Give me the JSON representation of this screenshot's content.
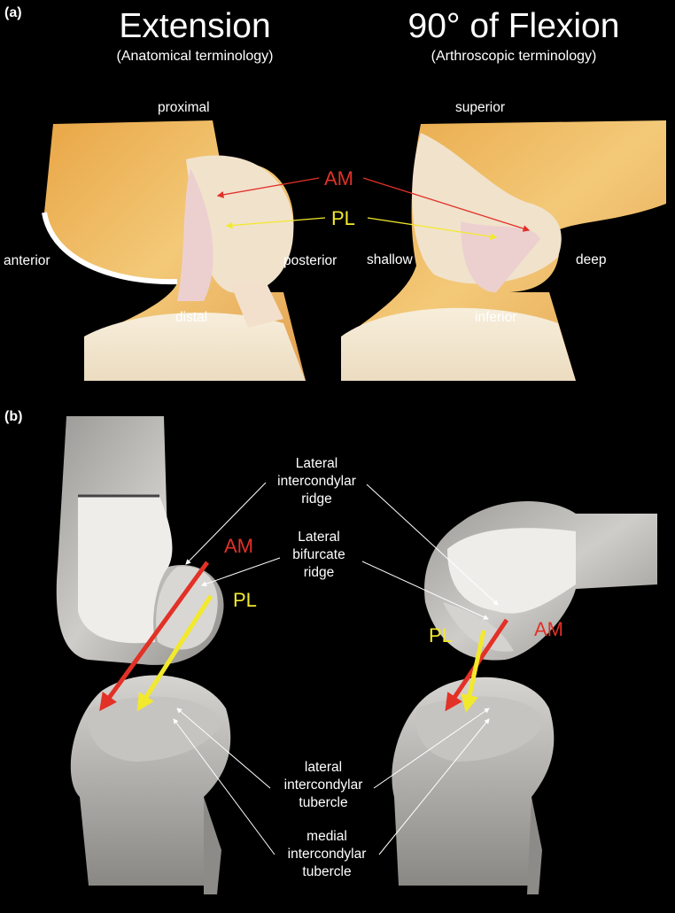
{
  "panel_a": {
    "label": "(a)",
    "left": {
      "title": "Extension",
      "subtitle": "(Anatomical terminology)",
      "directions": {
        "top": "proximal",
        "left": "anterior",
        "right": "posterior",
        "bottom": "distal"
      }
    },
    "right": {
      "title": "90° of Flexion",
      "subtitle": "(Arthroscopic terminology)",
      "directions": {
        "top": "superior",
        "left": "shallow",
        "right": "deep",
        "bottom": "inferior"
      }
    },
    "bundles": {
      "am": "AM",
      "pl": "PL"
    }
  },
  "panel_b": {
    "label": "(b)",
    "left_bundles": {
      "am": "AM",
      "pl": "PL"
    },
    "right_bundles": {
      "am": "AM",
      "pl": "PL"
    },
    "annotations": {
      "lat_intercondylar_ridge": [
        "Lateral",
        "intercondylar",
        "ridge"
      ],
      "lat_bifurcate_ridge": [
        "Lateral",
        "bifurcate",
        "ridge"
      ],
      "lat_intercondylar_tubercle": [
        "lateral",
        "intercondylar",
        "tubercle"
      ],
      "med_intercondylar_tubercle": [
        "medial",
        "intercondylar",
        "tubercle"
      ]
    }
  },
  "colors": {
    "am": "#e23127",
    "pl": "#f2e92c",
    "background": "#000000",
    "bone_3d": "#b9b7b3",
    "cartilage": "#f5ead6",
    "bone_photo": "#e8a94a"
  }
}
